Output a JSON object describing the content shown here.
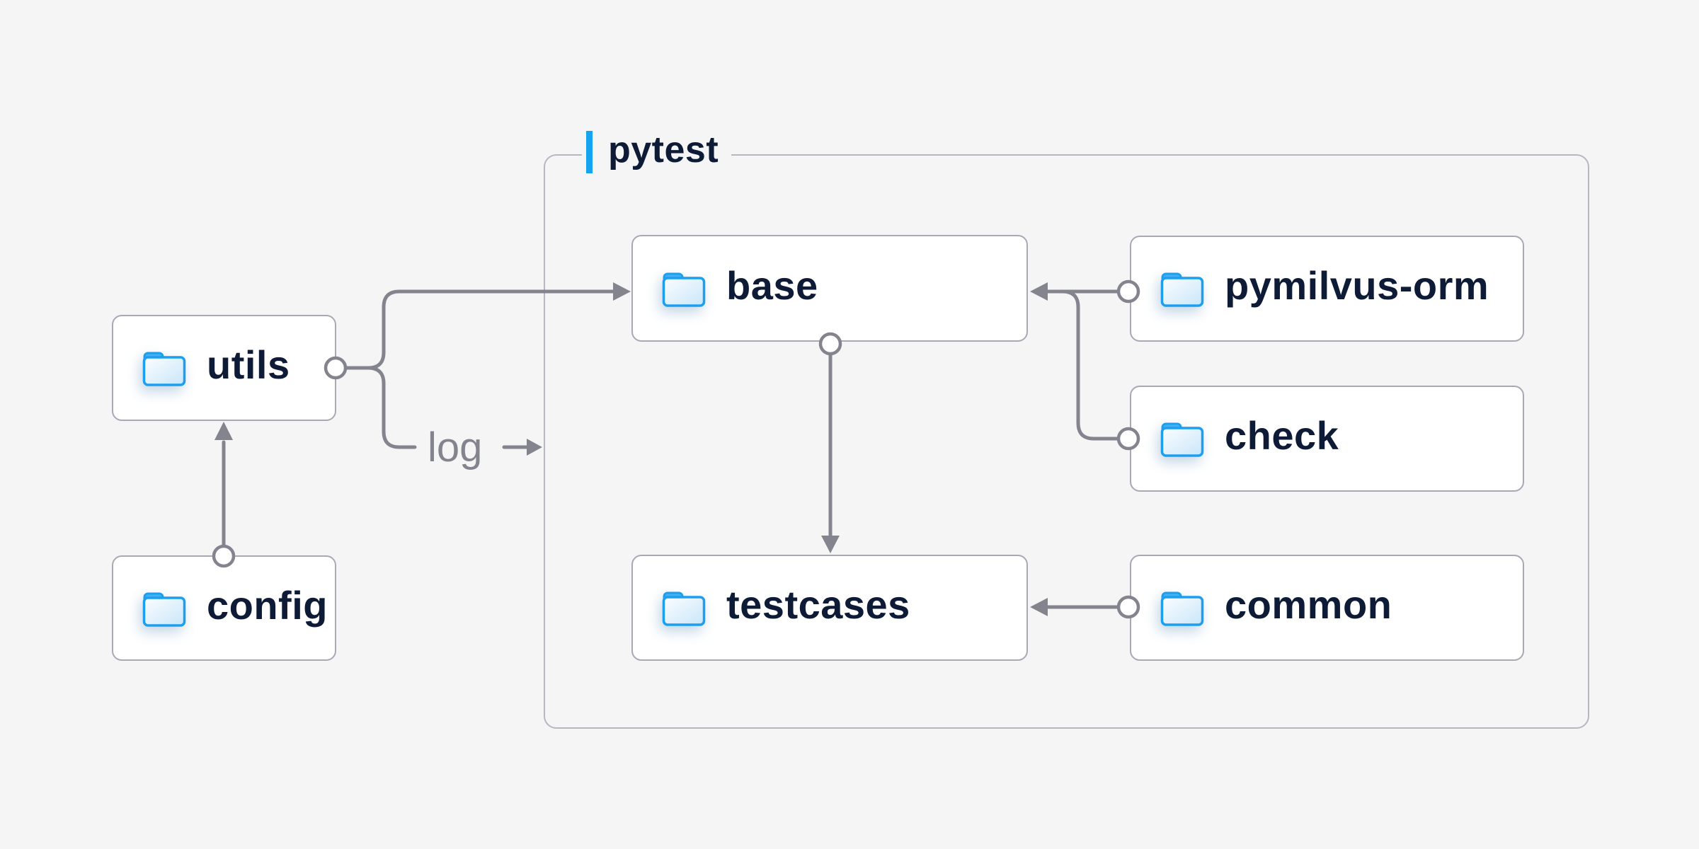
{
  "group": {
    "label": "pytest",
    "accent_color": "#16a3f0"
  },
  "nodes": {
    "utils": {
      "label": "utils"
    },
    "config": {
      "label": "config"
    },
    "base": {
      "label": "base"
    },
    "testcases": {
      "label": "testcases"
    },
    "pymilvus_orm": {
      "label": "pymilvus-orm"
    },
    "check": {
      "label": "check"
    },
    "common": {
      "label": "common"
    }
  },
  "edges": [
    {
      "from": "config",
      "to": "utils"
    },
    {
      "from": "utils",
      "to": "base"
    },
    {
      "from": "utils",
      "to": "log",
      "label": "log"
    },
    {
      "from": "pymilvus-orm",
      "to": "base"
    },
    {
      "from": "check",
      "to": "base"
    },
    {
      "from": "base",
      "to": "testcases"
    },
    {
      "from": "common",
      "to": "testcases"
    }
  ],
  "edge_label": {
    "log": "log"
  },
  "colors": {
    "background": "#f5f5f6",
    "connector": "#84848e",
    "node_border": "#a9a9b6",
    "group_border": "#b7b7c3",
    "node_text": "#0e1b36",
    "muted_text": "#84848e",
    "folder_stroke": "#1d9ff0",
    "folder_tab": "#45b1f2",
    "accent_blue": "#16a3f0"
  }
}
